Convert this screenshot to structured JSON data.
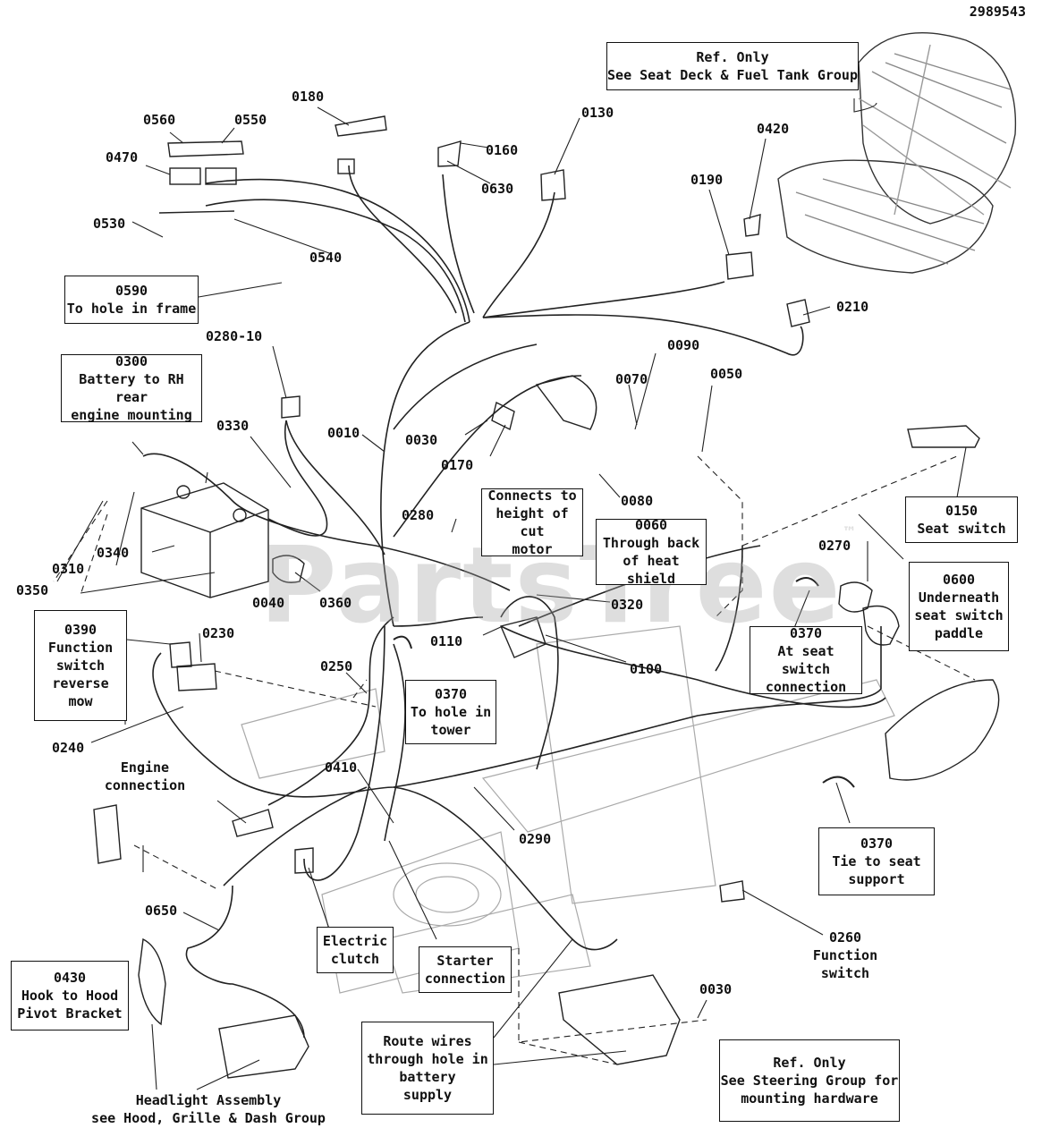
{
  "document_number": "2989543",
  "watermark": {
    "text": "PartsTree",
    "mark": "™"
  },
  "part_numbers": {
    "p0560": "0560",
    "p0550": "0550",
    "p0470": "0470",
    "p0530": "0530",
    "p0540": "0540",
    "p0180": "0180",
    "p0160": "0160",
    "p0630": "0630",
    "p0130": "0130",
    "p0420": "0420",
    "p0190": "0190",
    "p0210": "0210",
    "p0280_10": "0280-10",
    "p0090": "0090",
    "p0070": "0070",
    "p0050": "0050",
    "p0010": "0010",
    "p0030a": "0030",
    "p0170": "0170",
    "p0330": "0330",
    "p0080": "0080",
    "p0280": "0280",
    "p0350": "0350",
    "p0310": "0310",
    "p0340": "0340",
    "p0040": "0040",
    "p0360": "0360",
    "p0320": "0320",
    "p0270": "0270",
    "p0230": "0230",
    "p0110": "0110",
    "p0100": "0100",
    "p0250": "0250",
    "p0240": "0240",
    "p0410": "0410",
    "p0290": "0290",
    "p0650": "0650",
    "p0030b": "0030"
  },
  "callouts": {
    "seat_ref": [
      "Ref. Only",
      "See Seat Deck & Fuel Tank Group"
    ],
    "c0590": [
      "0590",
      "To hole in frame"
    ],
    "c0300": [
      "0300",
      "Battery to RH rear",
      "engine mounting"
    ],
    "connects": [
      "Connects to",
      "height of cut",
      "motor"
    ],
    "c0060": [
      "0060",
      "Through back",
      "of heat shield"
    ],
    "c0150": [
      "0150",
      "Seat switch"
    ],
    "c0600": [
      "0600",
      "Underneath",
      "seat switch",
      "paddle"
    ],
    "c0390": [
      "0390",
      "Function",
      "switch",
      "reverse",
      "mow"
    ],
    "c0370_tower": [
      "0370",
      "To hole in",
      "tower"
    ],
    "c0370_seat": [
      "0370",
      "At seat switch",
      "connection"
    ],
    "engine": [
      "Engine",
      "connection"
    ],
    "c0370_tie": [
      "0370",
      "Tie to seat",
      "support"
    ],
    "clutch": [
      "Electric",
      "clutch"
    ],
    "starter": [
      "Starter",
      "connection"
    ],
    "c0260": [
      "0260",
      "Function switch"
    ],
    "c0430": [
      "0430",
      "Hook to Hood",
      "Pivot Bracket"
    ],
    "route": [
      "Route wires",
      "through hole in",
      "battery",
      "supply"
    ],
    "steering_ref": [
      "Ref. Only",
      "See Steering Group for",
      "mounting hardware"
    ],
    "headlight": [
      "Headlight Assembly",
      "see Hood, Grille & Dash Group"
    ]
  }
}
